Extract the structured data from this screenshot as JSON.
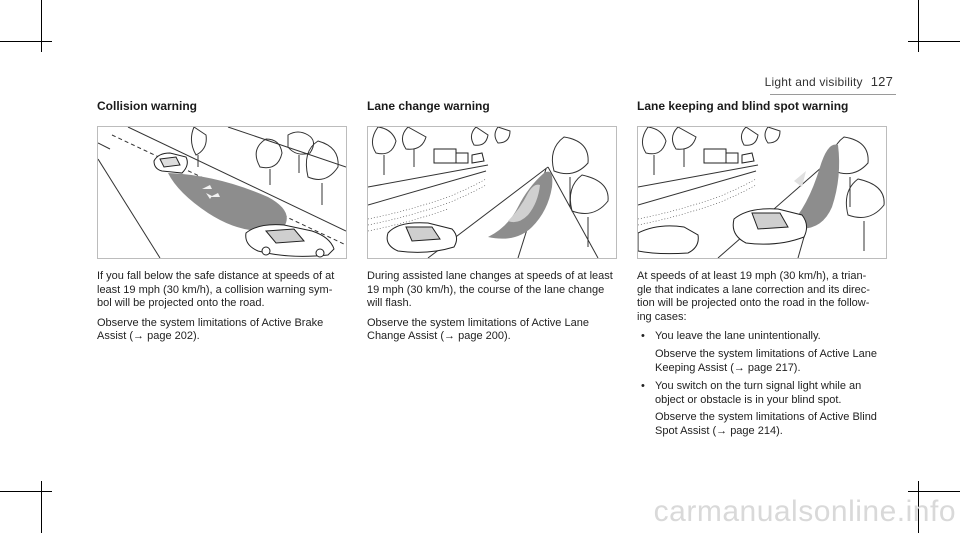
{
  "header": {
    "section": "Light and visibility",
    "page_number": "127"
  },
  "columns": [
    {
      "title": "Collision warning",
      "figure_icon": "collision-warning-illustration",
      "body_lines": [
        [
          "If you fall below the safe distance at speeds of at",
          "least 19 mph (30 km/h), a collision warning sym-",
          "bol will be projected onto the road."
        ],
        [
          "Observe the system limitations of Active Brake",
          "Assist (→ page 202)."
        ]
      ]
    },
    {
      "title": "Lane change warning",
      "figure_icon": "lane-change-warning-illustration",
      "body_lines": [
        [
          "During assisted lane changes at speeds of at least",
          "19 mph (30 km/h), the course of the lane change",
          "will flash."
        ],
        [
          "Observe the system limitations of Active Lane",
          "Change Assist (→ page 200)."
        ]
      ]
    },
    {
      "title": "Lane keeping and blind spot warning",
      "figure_icon": "lane-keeping-blind-spot-illustration",
      "intro_lines": [
        "At speeds of at least 19 mph (30 km/h), a trian-",
        "gle that indicates a lane correction and its direc-",
        "tion will be projected onto the road in the follow-",
        "ing cases:"
      ],
      "bullet_glyph": "•",
      "bullets": [
        {
          "lines": [
            "You leave the lane unintentionally."
          ],
          "note_lines": [
            "Observe the system limitations of Active Lane",
            "Keeping Assist (→ page 217)."
          ]
        },
        {
          "lines": [
            "You switch on the turn signal light while an",
            "object or obstacle is in your blind spot."
          ],
          "note_lines": [
            "Observe the system limitations of Active Blind",
            "Spot Assist (→ page 214)."
          ]
        }
      ]
    }
  ],
  "watermark": "carmanualsonline.info"
}
